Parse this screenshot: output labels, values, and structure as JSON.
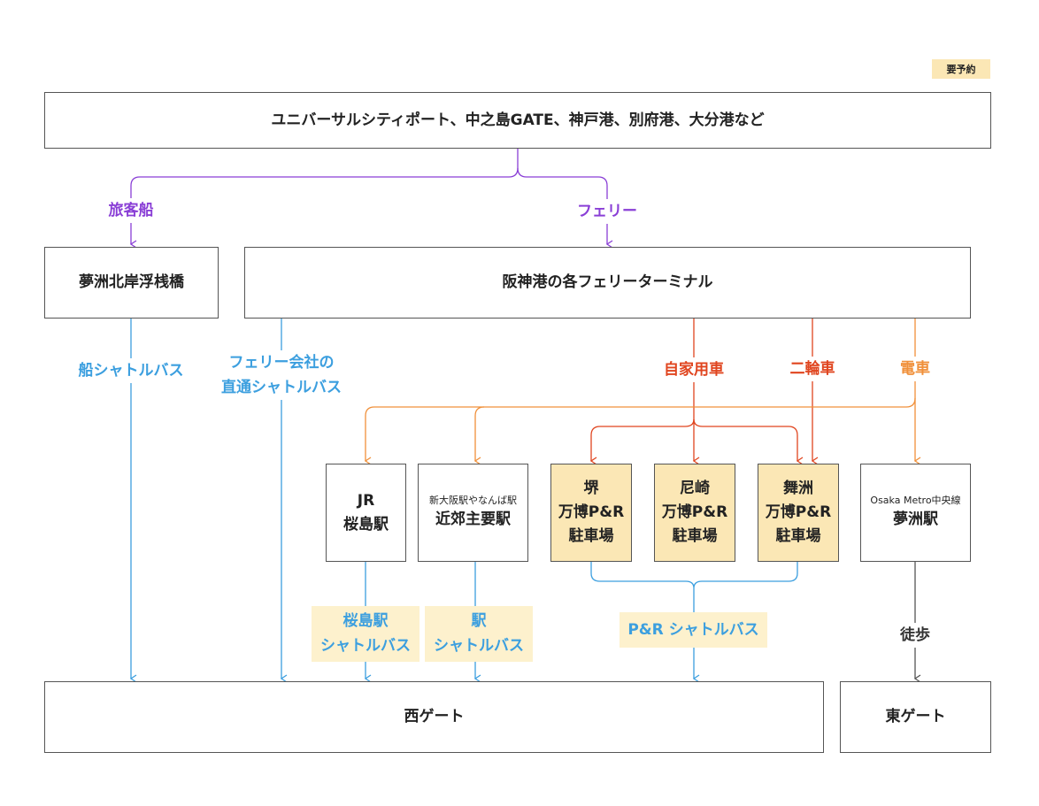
{
  "legend": {
    "label": "要予約"
  },
  "nodes": {
    "origin": "ユニバーサルシティポート、中之島GATE、神戸港、別府港、大分港など",
    "yumeshima_pier": "夢洲北岸浮桟橋",
    "ferry_terminal": "阪神港の各フェリーターミナル",
    "jr_sakurajima": [
      "JR",
      "桜島駅"
    ],
    "kintetsu": {
      "note": "新大阪駅やなんば駅",
      "name": "近郊主要駅"
    },
    "sakai": [
      "堺",
      "万博P&R",
      "駐車場"
    ],
    "amagasaki": [
      "尼崎",
      "万博P&R",
      "駐車場"
    ],
    "maishima": [
      "舞洲",
      "万博P&R",
      "駐車場"
    ],
    "metro": {
      "note": "Osaka Metro中央線",
      "name": "夢洲駅"
    },
    "west_gate": "西ゲート",
    "east_gate": "東ゲート"
  },
  "edges": {
    "passenger_ship": "旅客船",
    "ferry": "フェリー",
    "ship_shuttle": "船シャトルバス",
    "ferry_shuttle": [
      "フェリー会社の",
      "直通シャトルバス"
    ],
    "car": "自家用車",
    "bike": "二輪車",
    "train": "電車",
    "sakurajima_shuttle": [
      "桜島駅",
      "シャトルバス"
    ],
    "station_shuttle": [
      "駅",
      "シャトルバス"
    ],
    "pr_shuttle": "P&R シャトルバス",
    "walk": "徒歩"
  },
  "colors": {
    "purple": "#8a3fd6",
    "blue": "#3c9fdf",
    "red": "#e0451f",
    "orange": "#f0903a",
    "gray": "#555555",
    "reserve": "#fbe7b5",
    "label_bg": "#fdf1cd"
  }
}
